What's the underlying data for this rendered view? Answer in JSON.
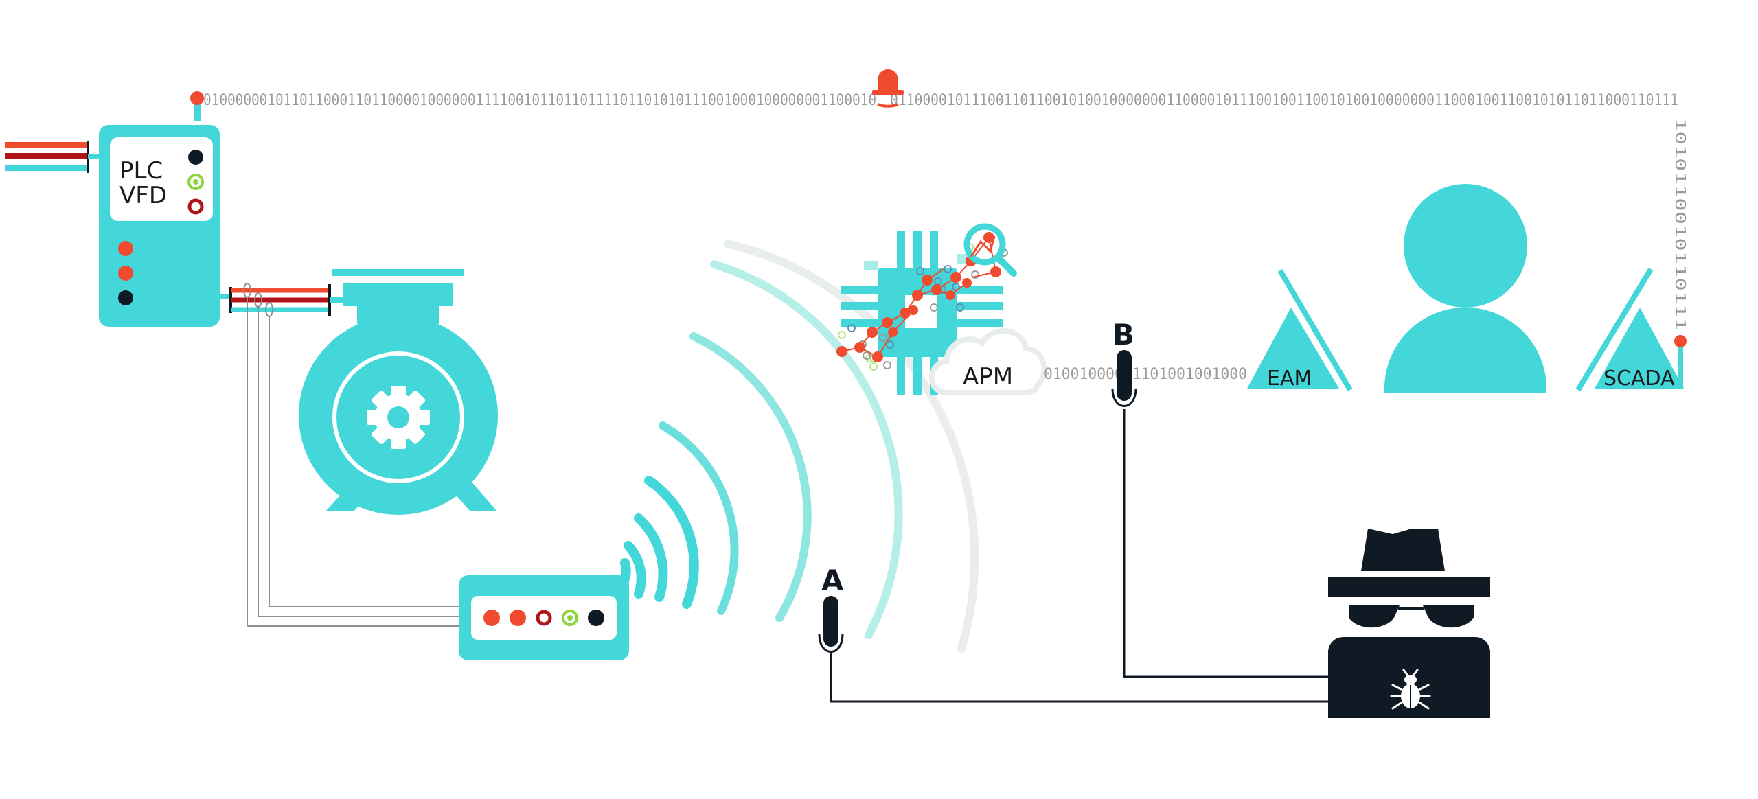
{
  "colors": {
    "teal": "#44d7d9",
    "teal_light": "#a8ece6",
    "gray_light": "#e8ecec",
    "red": "#f04a2f",
    "dark_red": "#b0141a",
    "green": "#8bd43a",
    "navy": "#101a24",
    "text_gray": "#9a9a9a"
  },
  "icons": {
    "alarm": "alarm-bell-icon",
    "gear": "gear-icon",
    "cloud": "cloud-icon",
    "magnifier": "magnifier-icon",
    "person": "person-icon",
    "hacker": "spy-hacker-icon",
    "bug": "bug-icon",
    "wifi": "wireless-waves-icon",
    "probe": "microphone-probe-icon"
  },
  "labels": {
    "plc": "PLC",
    "vfd": "VFD",
    "apm": "APM",
    "eam": "EAM",
    "scada": "SCADA",
    "probe_a": "A",
    "probe_b": "B"
  },
  "binary": {
    "top_before_alarm": "010000001011011000110110000100000011110010110110111101101010111001000100000001100010",
    "top_after_alarm": "0110000101110011011001010010000000110000101110010011001010010000000110001001100101011011000110111",
    "right_column": "1010110010110111",
    "segment": "01001000011101001001000"
  }
}
